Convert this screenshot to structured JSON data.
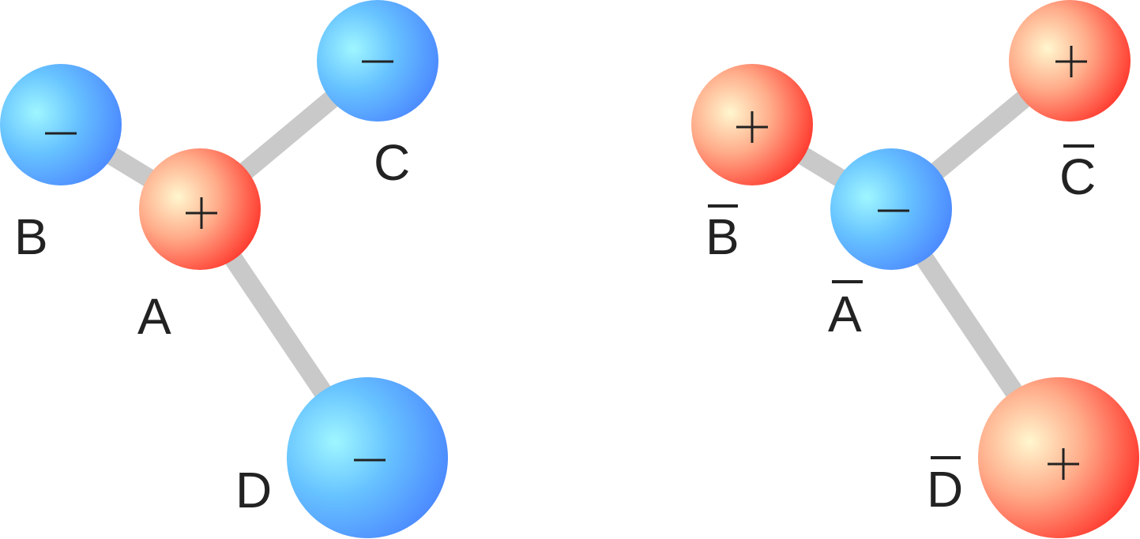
{
  "colors": {
    "positive": "#ff3b2f",
    "negative": "#4f8cff",
    "bond": "#c8c9c8",
    "text": "#222222"
  },
  "molecules": [
    {
      "atoms": {
        "A": {
          "label": "A",
          "charge": "+",
          "overbar": false
        },
        "B": {
          "label": "B",
          "charge": "−",
          "overbar": false
        },
        "C": {
          "label": "C",
          "charge": "−",
          "overbar": false
        },
        "D": {
          "label": "D",
          "charge": "−",
          "overbar": false
        }
      }
    },
    {
      "atoms": {
        "A": {
          "label": "A",
          "charge": "−",
          "overbar": true
        },
        "B": {
          "label": "B",
          "charge": "+",
          "overbar": true
        },
        "C": {
          "label": "C",
          "charge": "+",
          "overbar": true
        },
        "D": {
          "label": "D",
          "charge": "+",
          "overbar": true
        }
      }
    }
  ]
}
